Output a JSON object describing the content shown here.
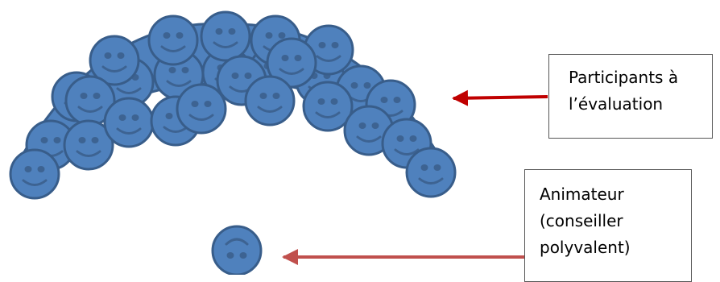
{
  "colors": {
    "face_fill": "#4f81bd",
    "face_stroke": "#385d8a",
    "feature": "#3d6392",
    "arch_fill": "#4f81bd",
    "arrow_participants": "#c00000",
    "arrow_animator": "#c0504d",
    "box_border": "#555555"
  },
  "labels": {
    "participants": [
      "Participants à",
      "l’évaluation"
    ],
    "animator": [
      "Animateur",
      "(conseiller",
      "polyvalent)"
    ]
  },
  "icons": {
    "participant": "smiley-face-icon",
    "animator": "frowning-face-icon"
  }
}
